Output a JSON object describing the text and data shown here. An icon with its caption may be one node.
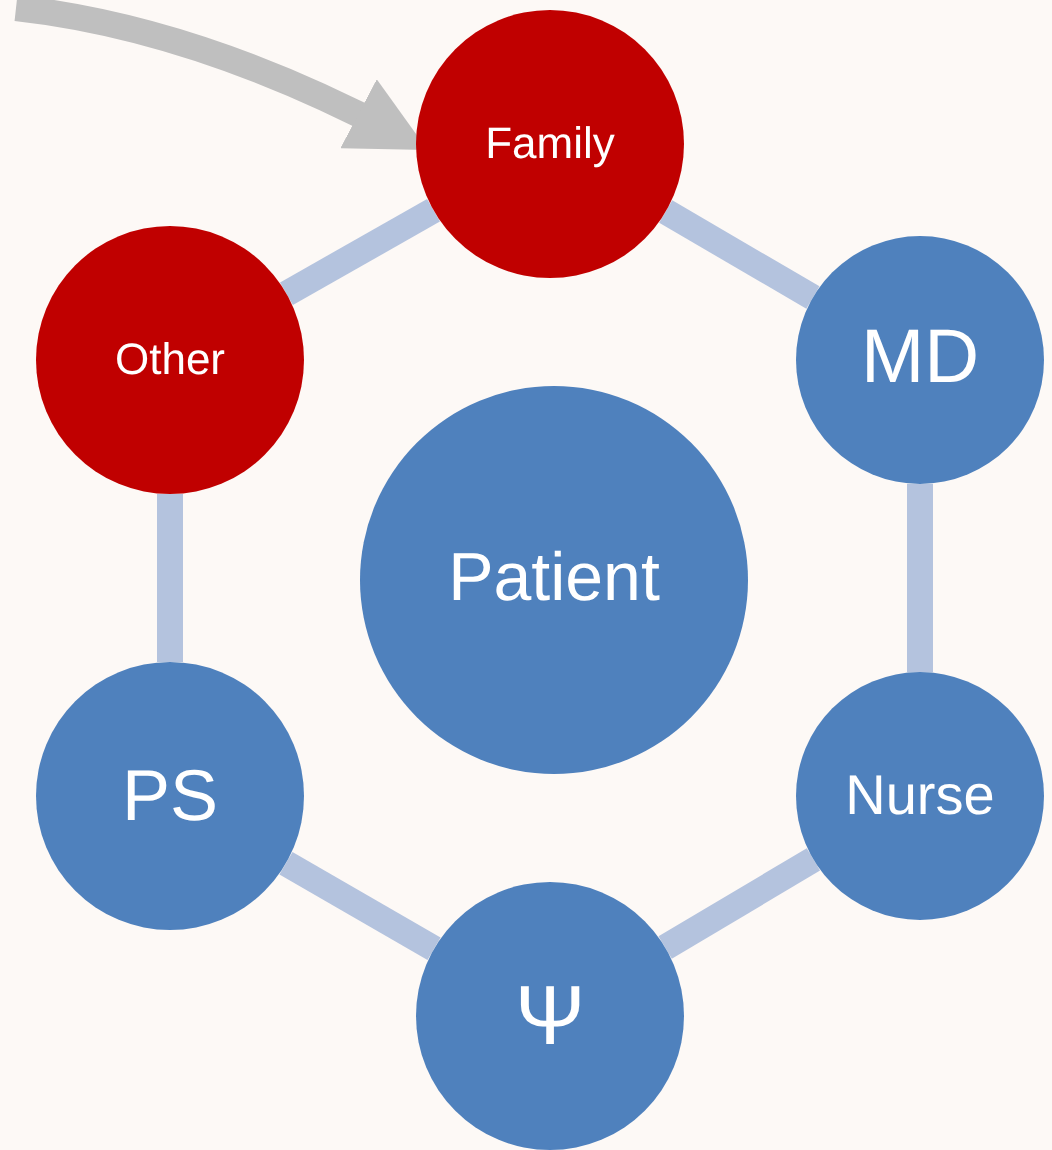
{
  "diagram": {
    "nodes": [
      {
        "text": [
          "Family"
        ]
      },
      {
        "text": [
          "Other"
        ]
      },
      {
        "text": [
          "MD"
        ]
      },
      {
        "text": [
          "Patient"
        ]
      },
      {
        "text": [
          "PS"
        ]
      },
      {
        "text": [
          "Nurse"
        ]
      },
      {
        "text": [
          "Ψ"
        ]
      }
    ],
    "edges": [
      {
        "from": 0,
        "to": 2,
        "arrow": "none"
      },
      {
        "from": 2,
        "to": 5,
        "arrow": "none"
      },
      {
        "from": 5,
        "to": 6,
        "arrow": "none"
      },
      {
        "from": 6,
        "to": 4,
        "arrow": "none"
      },
      {
        "from": 4,
        "to": 1,
        "arrow": "none"
      },
      {
        "from": 1,
        "to": 0,
        "arrow": "none"
      },
      {
        "from": null,
        "to": 0,
        "arrow": "to",
        "color": "#bfbfbf"
      }
    ]
  }
}
